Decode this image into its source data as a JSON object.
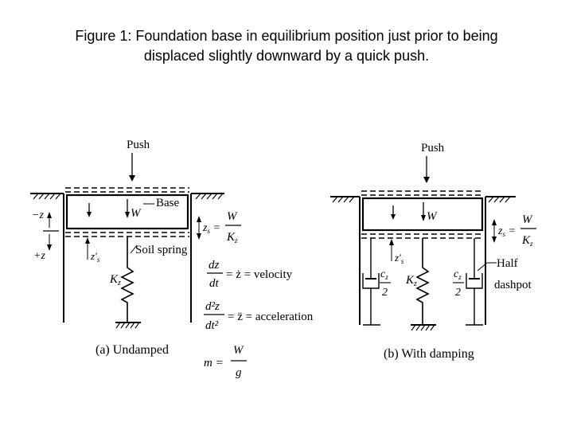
{
  "caption": {
    "line1": "Figure 1: Foundation base in equilibrium position just prior to being",
    "line2": "displaced slightly downward by a quick push."
  },
  "panel_a": {
    "push": "Push",
    "base": "Base",
    "w": "W",
    "minus_z": "−z",
    "plus_z": "+z",
    "z_prime": "z′",
    "z_sub": "s",
    "soil_spring": "Soil spring",
    "k": "K",
    "k_sub": "z",
    "zs_eq": "z",
    "zs_eq_sub": "s",
    "zs_eq_rhs_num": "W",
    "zs_eq_rhs_den": "K",
    "vel_num": "dz",
    "vel_den": "dt",
    "vel_rhs": "= ż = velocity",
    "acc_num": "d²z",
    "acc_den": "dt²",
    "acc_rhs": "= z̈ = acceleration",
    "m_lhs": "m =",
    "m_num": "W",
    "m_den": "g",
    "label": "(a) Undamped"
  },
  "panel_b": {
    "push": "Push",
    "w": "W",
    "z_prime": "z′",
    "z_sub": "s",
    "k": "K",
    "k_sub": "z",
    "c": "c",
    "c_sub": "z",
    "c_den": "2",
    "zs_eq": "z",
    "zs_eq_sub": "s",
    "zs_eq_rhs_num": "W",
    "zs_eq_rhs_den": "K",
    "half_dashpot": "Half",
    "half_dashpot2": "dashpot",
    "label": "(b) With damping"
  }
}
